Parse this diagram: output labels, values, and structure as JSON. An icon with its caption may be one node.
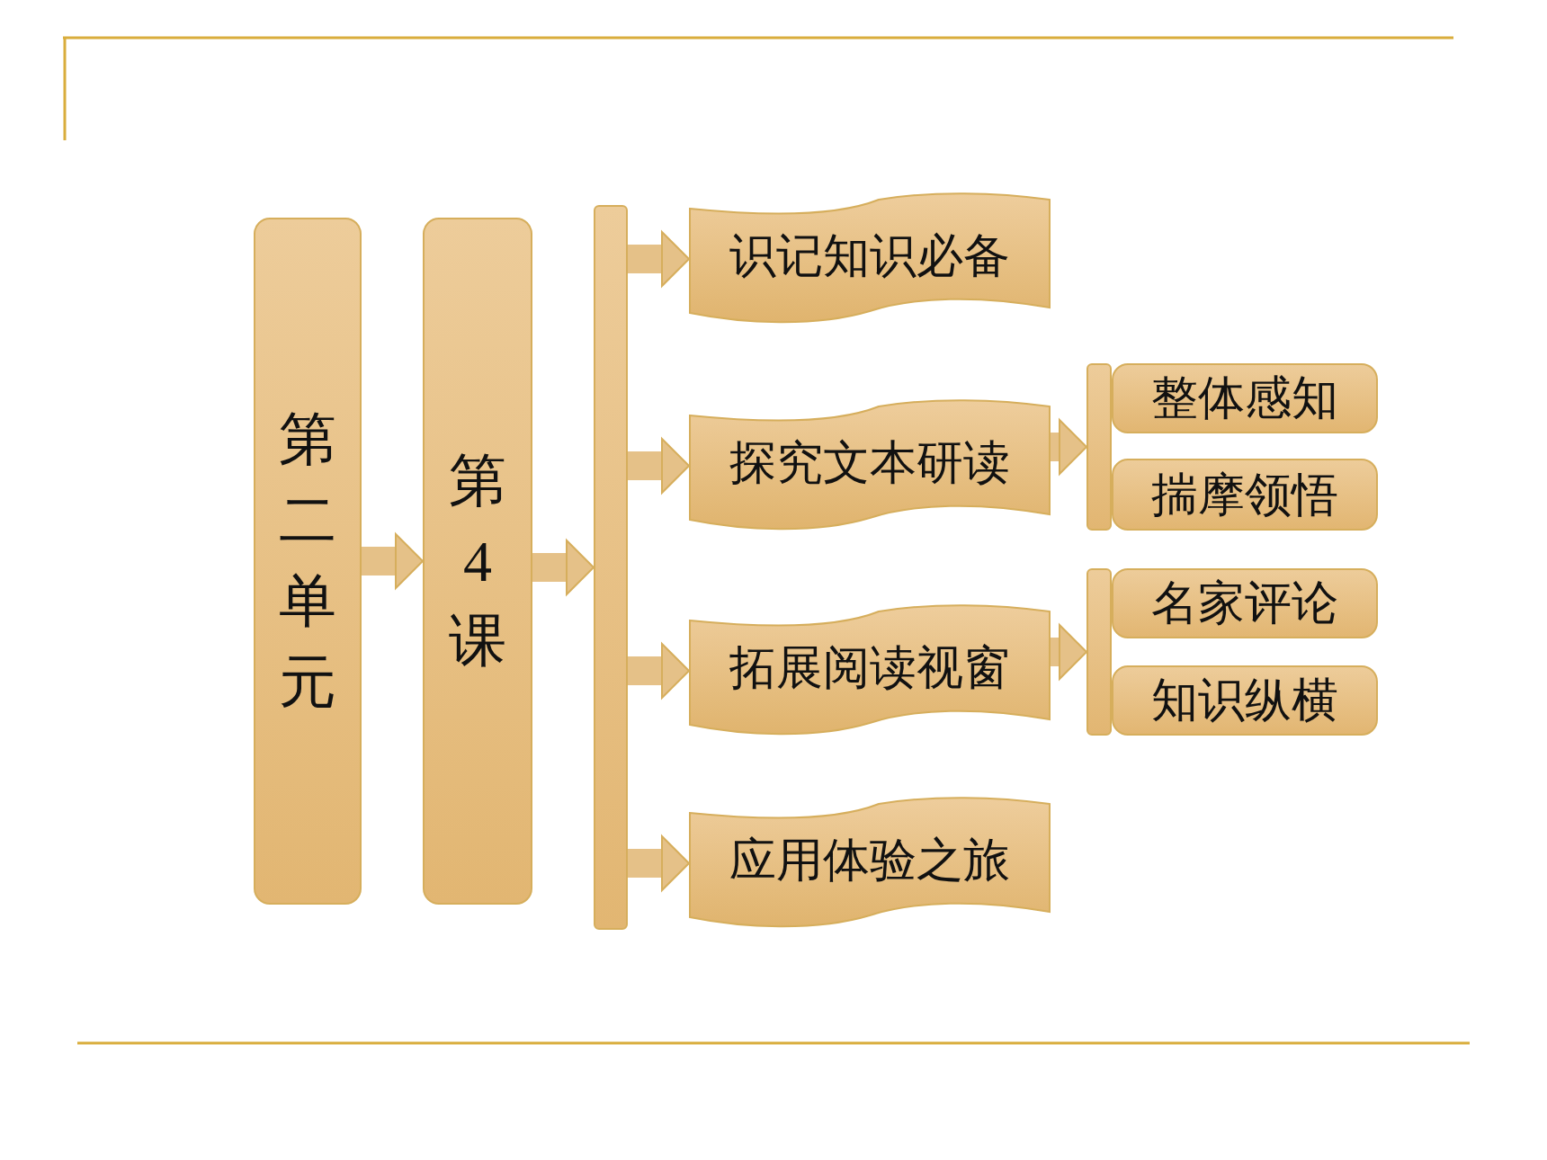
{
  "diagram": {
    "nodes": [
      {
        "text": [
          "第二单元"
        ]
      },
      {
        "text": [
          "第4课"
        ]
      },
      {
        "text": [],
        "shape": "bar"
      },
      {
        "text": [
          "识记知识必备"
        ]
      },
      {
        "text": [
          "探究文本研读"
        ]
      },
      {
        "text": [
          "拓展阅读视窗"
        ]
      },
      {
        "text": [
          "应用体验之旅"
        ]
      },
      {
        "text": [],
        "shape": "bar"
      },
      {
        "text": [
          "整体感知"
        ]
      },
      {
        "text": [
          "揣摩领悟"
        ]
      },
      {
        "text": [],
        "shape": "bar"
      },
      {
        "text": [
          "名家评论"
        ]
      },
      {
        "text": [
          "知识纵横"
        ]
      }
    ],
    "edges": [
      {
        "from": 0,
        "to": 1,
        "arrow": "to"
      },
      {
        "from": 1,
        "to": 2,
        "arrow": "to"
      },
      {
        "from": 2,
        "to": 3,
        "arrow": "to"
      },
      {
        "from": 2,
        "to": 4,
        "arrow": "to"
      },
      {
        "from": 2,
        "to": 5,
        "arrow": "to"
      },
      {
        "from": 2,
        "to": 6,
        "arrow": "to"
      },
      {
        "from": 4,
        "to": 7,
        "arrow": "to"
      },
      {
        "from": 5,
        "to": 10,
        "arrow": "to"
      }
    ]
  }
}
